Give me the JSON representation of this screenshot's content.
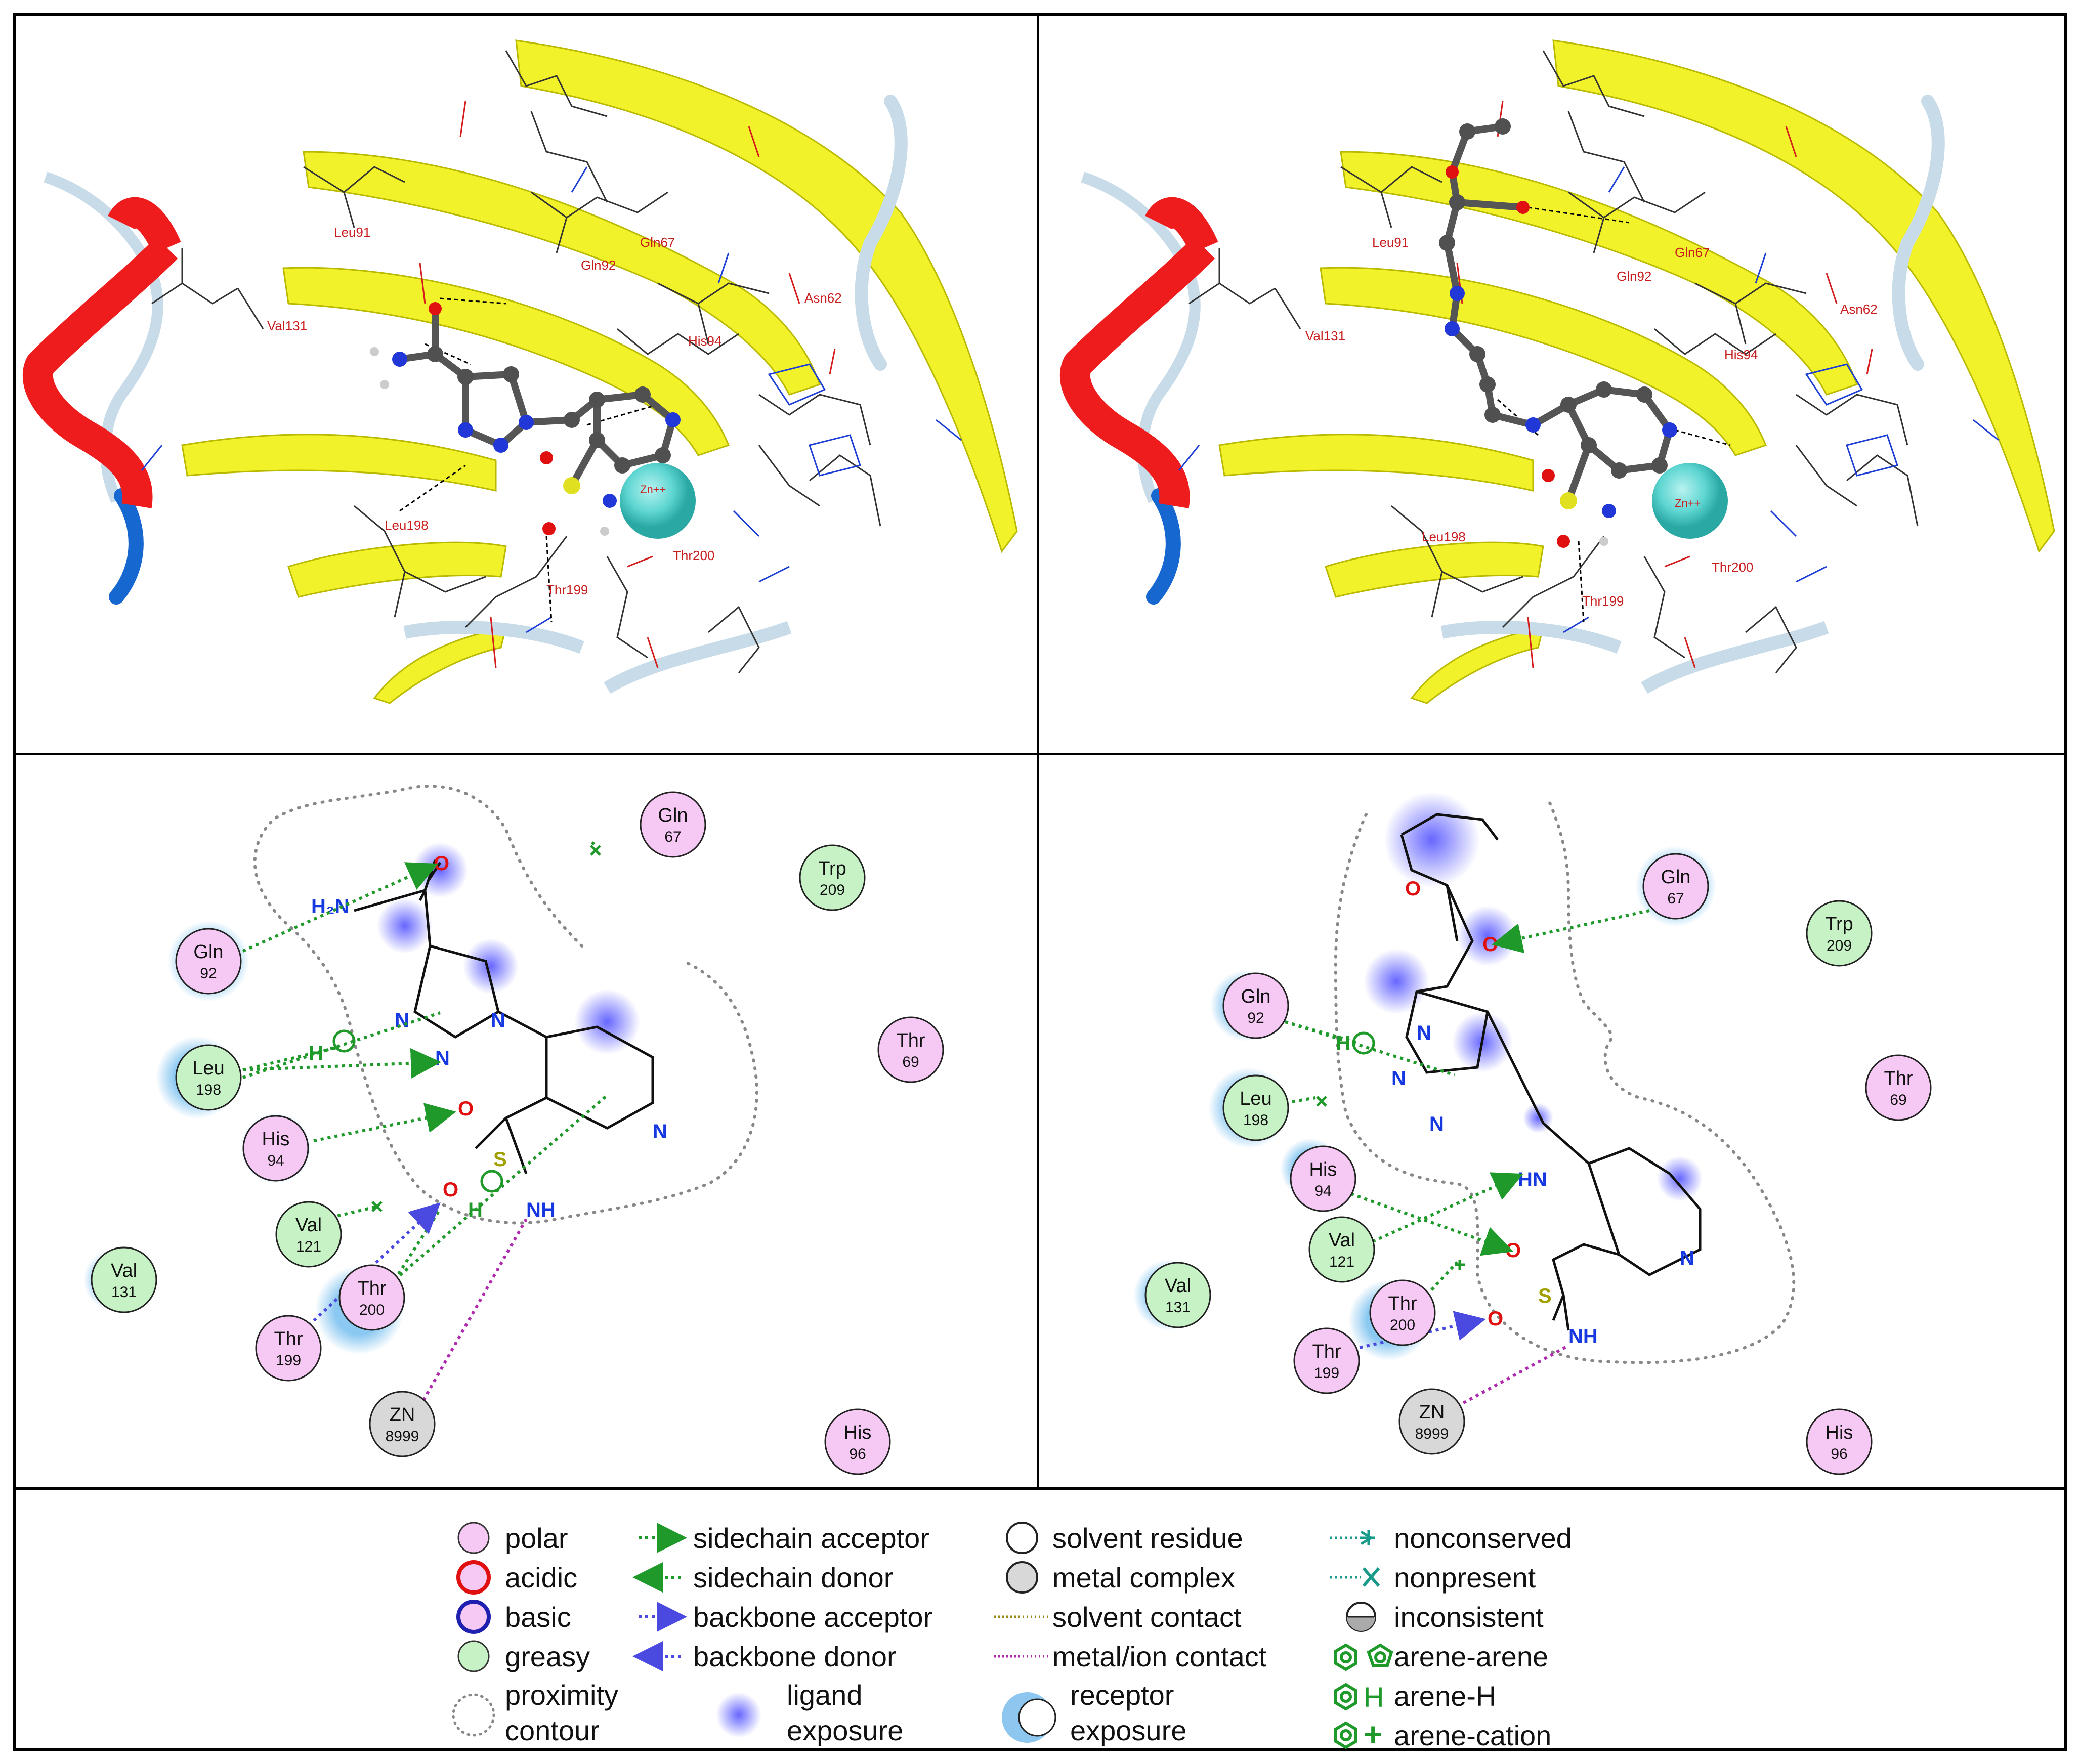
{
  "colors": {
    "polar": "#f5c9f3",
    "greasy": "#c6f2c6",
    "metal": "#d8d8d8",
    "sidechain": "#1f9a2a",
    "backbone": "#4a4ae0",
    "metal_contact": "#b02ab0",
    "helix_red": "#ee1c1c",
    "sheet_yellow": "#f2f22a",
    "zinc": "#5fd6d2",
    "label_red": "#c81e1e"
  },
  "panels": {
    "top_left": {
      "residues": [
        "Leu91",
        "Gln67",
        "Gln92",
        "Asn62",
        "Val131",
        "His94",
        "Zn++",
        "Leu198",
        "Thr200",
        "Thr199"
      ]
    },
    "top_right": {
      "residues": [
        "Leu91",
        "Gln67",
        "Gln92",
        "Asn62",
        "Val131",
        "His94",
        "Zn++",
        "Leu198",
        "Thr200",
        "Thr199"
      ]
    },
    "bottom_left": {
      "residues": [
        {
          "name": "Gln",
          "num": "67",
          "kind": "polar"
        },
        {
          "name": "Trp",
          "num": "209",
          "kind": "greasy"
        },
        {
          "name": "Gln",
          "num": "92",
          "kind": "polar"
        },
        {
          "name": "Thr",
          "num": "69",
          "kind": "polar"
        },
        {
          "name": "Leu",
          "num": "198",
          "kind": "greasy"
        },
        {
          "name": "His",
          "num": "94",
          "kind": "polar"
        },
        {
          "name": "Val",
          "num": "121",
          "kind": "greasy"
        },
        {
          "name": "Val",
          "num": "131",
          "kind": "greasy"
        },
        {
          "name": "Thr",
          "num": "200",
          "kind": "polar"
        },
        {
          "name": "Thr",
          "num": "199",
          "kind": "polar"
        },
        {
          "name": "ZN",
          "num": "8999",
          "kind": "metal"
        },
        {
          "name": "His",
          "num": "96",
          "kind": "polar"
        }
      ],
      "atoms": {
        "o1": "O",
        "nh2": "H₂N",
        "n1": "N",
        "n2": "N",
        "n3": "N",
        "h1": "H",
        "o2": "O",
        "s": "S",
        "o3": "O",
        "nh": "NH",
        "npy": "N",
        "h2": "H"
      }
    },
    "bottom_right": {
      "residues": [
        {
          "name": "Gln",
          "num": "67",
          "kind": "polar"
        },
        {
          "name": "Trp",
          "num": "209",
          "kind": "greasy"
        },
        {
          "name": "Gln",
          "num": "92",
          "kind": "polar"
        },
        {
          "name": "Thr",
          "num": "69",
          "kind": "polar"
        },
        {
          "name": "Leu",
          "num": "198",
          "kind": "greasy"
        },
        {
          "name": "His",
          "num": "94",
          "kind": "polar"
        },
        {
          "name": "Val",
          "num": "121",
          "kind": "greasy"
        },
        {
          "name": "Val",
          "num": "131",
          "kind": "greasy"
        },
        {
          "name": "Thr",
          "num": "200",
          "kind": "polar"
        },
        {
          "name": "Thr",
          "num": "199",
          "kind": "polar"
        },
        {
          "name": "ZN",
          "num": "8999",
          "kind": "metal"
        },
        {
          "name": "His",
          "num": "96",
          "kind": "polar"
        }
      ],
      "atoms": {
        "o1": "O",
        "o2": "O",
        "n1": "N",
        "n2": "N",
        "n3": "N",
        "h1": "H",
        "hn": "HN",
        "o3": "O",
        "s": "S",
        "o4": "O",
        "nh": "NH",
        "npy": "N"
      }
    }
  },
  "legend": {
    "col1": [
      "polar",
      "acidic",
      "basic",
      "greasy",
      "proximity",
      "contour"
    ],
    "col2": [
      "sidechain acceptor",
      "sidechain donor",
      "backbone acceptor",
      "backbone donor",
      "ligand",
      "exposure"
    ],
    "col3": [
      "solvent residue",
      "metal complex",
      "solvent contact",
      "metal/ion contact",
      "receptor",
      "exposure"
    ],
    "col4": [
      "nonconserved",
      "nonpresent",
      "inconsistent",
      "arene-arene",
      "arene-H",
      "arene-cation"
    ],
    "glyphs": {
      "arene_h": "H",
      "arene_cation": "+"
    }
  }
}
